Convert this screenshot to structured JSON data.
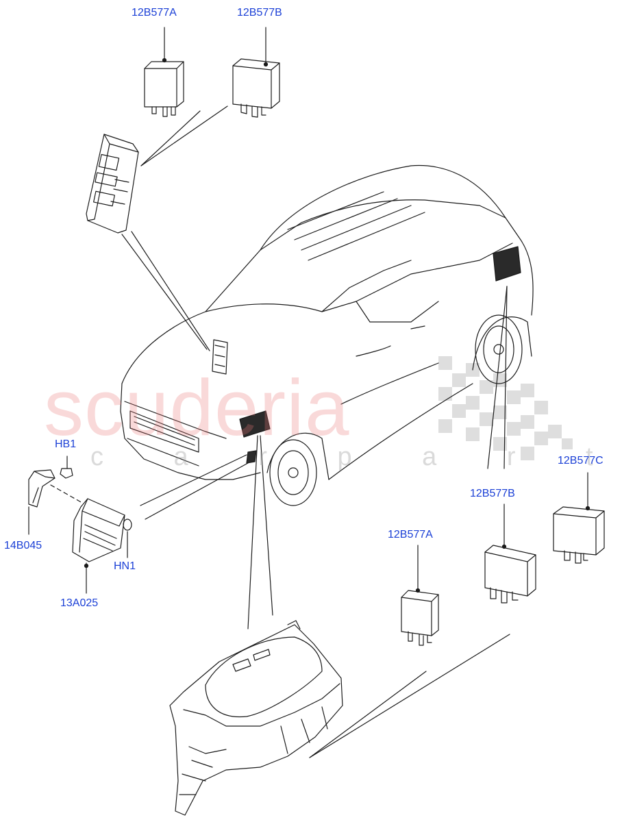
{
  "watermark": {
    "brand": "scuderia",
    "tagline": "c a r p a r t s",
    "brand_color": "#e87878",
    "checker_color": "#d4d4d4"
  },
  "callouts": {
    "c1": "12B577A",
    "c2": "12B577B",
    "c3": "HB1",
    "c4": "14B045",
    "c5": "HN1",
    "c6": "13A025",
    "c7": "12B577C",
    "c8": "12B577B",
    "c9": "12B577A"
  },
  "colors": {
    "callout_text": "#1a3fd6",
    "line_art": "#1a1a1a"
  }
}
